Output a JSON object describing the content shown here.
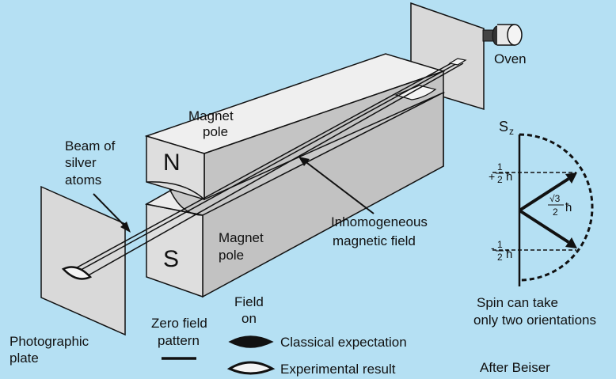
{
  "labels": {
    "oven": "Oven",
    "magnet_pole_top_1": "Magnet",
    "magnet_pole_top_2": "pole",
    "magnet_pole_bottom_1": "Magnet",
    "magnet_pole_bottom_2": "pole",
    "north": "N",
    "south": "S",
    "beam_1": "Beam of",
    "beam_2": "silver",
    "beam_3": "atoms",
    "field_1": "Inhomogeneous",
    "field_2": "magnetic field",
    "plate_1": "Photographic",
    "plate_2": "plate",
    "zero_field_1": "Zero field",
    "zero_field_2": "pattern",
    "field_on_1": "Field",
    "field_on_2": "on",
    "classical": "Classical expectation",
    "experimental": "Experimental result",
    "credit": "After Beiser",
    "sz_s": "S",
    "sz_z": "z",
    "plus_sign": "+",
    "minus_sign": "-",
    "half_num": "1",
    "half_den": "2",
    "hbar_top": "ħ",
    "hbar_bottom": "ħ",
    "root3": "√3",
    "root3_den": "2",
    "hbar_mid": "ħ",
    "spin_1": "Spin can take",
    "spin_2": "only two orientations"
  },
  "colors": {
    "background": "#b5e0f3",
    "face_top": "#ececec",
    "face_front": "#dcdcdc",
    "face_side": "#c4c4c4",
    "line": "#111111"
  }
}
